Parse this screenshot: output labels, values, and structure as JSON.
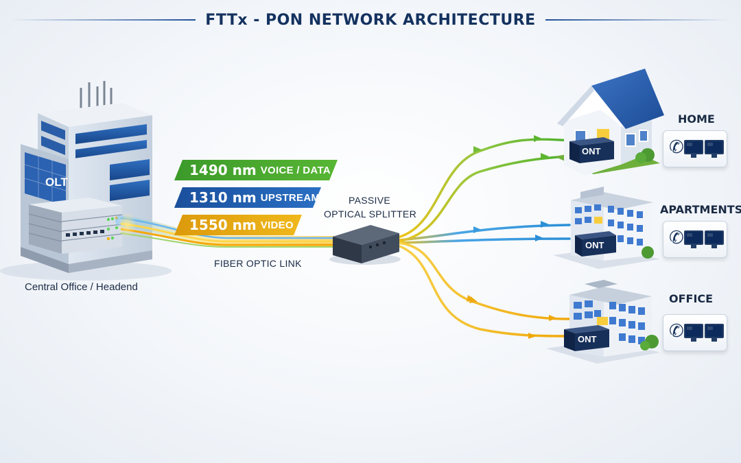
{
  "title": "FTTx - PON NETWORK ARCHITECTURE",
  "central": {
    "olt_label": "OLT",
    "caption": "Central Office / Headend"
  },
  "wavelengths": [
    {
      "nm": "1490 nm",
      "desc": "VOICE / DATA",
      "color": "#3d9a2a"
    },
    {
      "nm": "1310 nm",
      "desc": "UPSTREAM",
      "color": "#1f5fb0"
    },
    {
      "nm": "1550 nm",
      "desc": "VIDEO",
      "color": "#e2a70f"
    }
  ],
  "fiber_label": "FIBER OPTIC LINK",
  "splitter": {
    "line1": "PASSIVE",
    "line2": "OPTICAL SPLITTER"
  },
  "sites": [
    {
      "name": "HOME",
      "ont": "ONT",
      "icons": [
        "phone-icon",
        "monitor-icon",
        "monitor-icon"
      ]
    },
    {
      "name": "APARTMENTS",
      "ont": "ONT",
      "icons": [
        "phone-icon",
        "monitor-icon",
        "monitor-icon"
      ]
    },
    {
      "name": "OFFICE",
      "ont": "ONT",
      "icons": [
        "phone-icon",
        "monitor-icon",
        "monitor-icon"
      ]
    }
  ],
  "colors": {
    "brand_blue": "#1f4f96",
    "green": "#5bb02b",
    "yellow": "#f2b20d",
    "ont_box": "#17305a"
  }
}
